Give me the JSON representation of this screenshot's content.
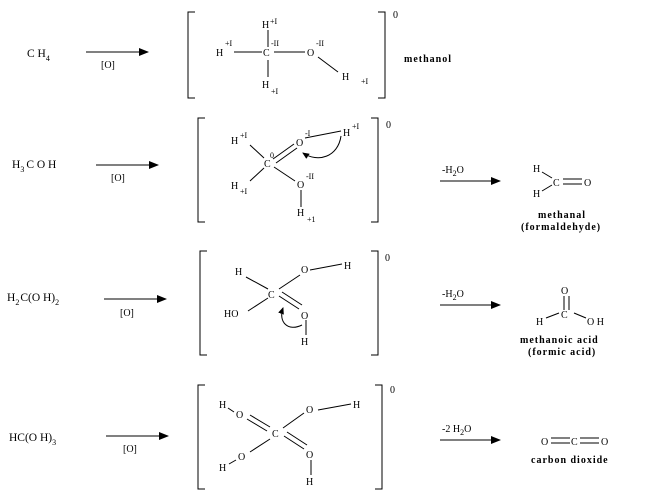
{
  "reagent": "[O]",
  "rows": [
    {
      "reactant": {
        "main": "C H",
        "sub": "4"
      },
      "charge": "0",
      "name": "methanol",
      "atoms": {
        "H_top": "H",
        "H_top_ox": "+I",
        "H_left_ox": "+I",
        "H_left": "H",
        "C": "C",
        "C_ox": "-II",
        "O": "O",
        "O_ox": "-II",
        "H_bottom": "H",
        "H_bottom_ox": "+I",
        "H_right": "H",
        "H_right_ox": "+I"
      }
    },
    {
      "reactant": {
        "main": "H",
        "sub": "3",
        "tail": "C O H"
      },
      "charge": "0",
      "loss": {
        "pre": "-H",
        "sub": "2",
        "post": "O"
      },
      "name": "methanal",
      "name2": "(formaldehyde)",
      "atoms": {
        "H1": "H",
        "H1_ox": "+I",
        "C": "C",
        "C_ox": "0",
        "O1": "O",
        "O1_ox": "-I",
        "H2": "H",
        "H2_ox": "+I",
        "H3": "H",
        "H3_ox": "+I",
        "O2": "O",
        "O2_ox": "-II",
        "H4": "H",
        "H4_ox": "+1"
      },
      "product": {
        "H1": "H",
        "H2": "H",
        "C": "C",
        "O": "O"
      }
    },
    {
      "reactant": {
        "main": "H",
        "sub": "2",
        "tail": "C(O H)",
        "sub2": "2"
      },
      "charge": "0",
      "loss": {
        "pre": "-H",
        "sub": "2",
        "post": "O"
      },
      "name": "methanoic acid",
      "name2": "(formic acid)",
      "atoms": {
        "H1": "H",
        "O1": "O",
        "H2": "H",
        "C": "C",
        "HO": "HO",
        "O2": "O",
        "H3": "H"
      },
      "product": {
        "O": "O",
        "C": "C",
        "H": "H",
        "OH": "O H"
      }
    },
    {
      "reactant": {
        "main": "HC(O H)",
        "sub": "3"
      },
      "charge": "0",
      "loss": {
        "pre": "-2 H",
        "sub": "2",
        "post": "O"
      },
      "name": "carbon dioxide",
      "atoms": {
        "H1": "H",
        "O1": "O",
        "O2": "O",
        "H2": "H",
        "C": "C",
        "H3": "H",
        "O3": "O",
        "O4": "O",
        "H4": "H"
      },
      "product": {
        "O1": "O",
        "C": "C",
        "O2": "O"
      }
    }
  ]
}
